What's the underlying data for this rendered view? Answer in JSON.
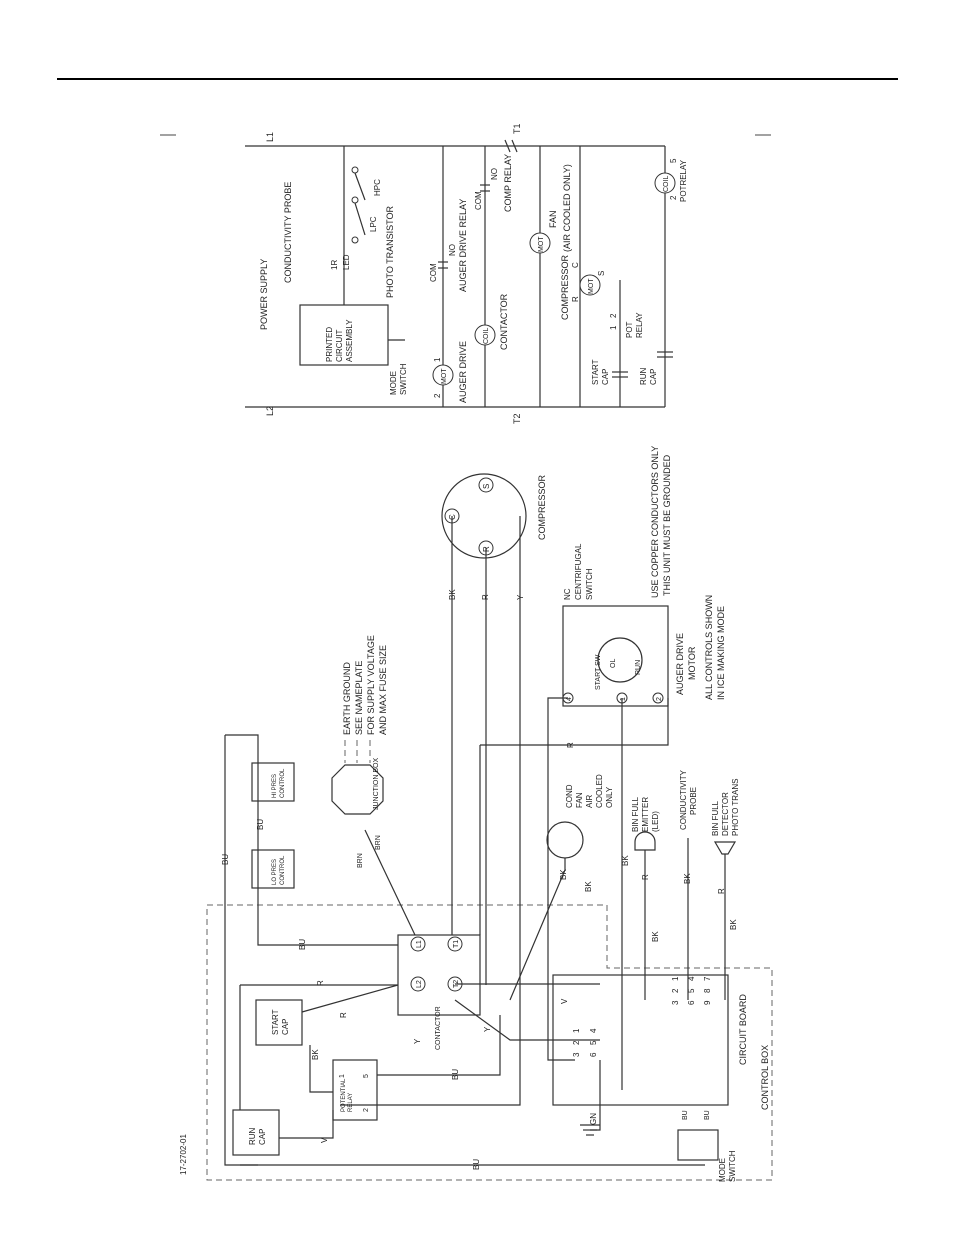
{
  "drawing_number": "17-2702-01",
  "ladder": {
    "L1": "L1",
    "L2": "L2",
    "T1": "T1",
    "T2": "T2",
    "power_supply": "POWER SUPPLY",
    "conductivity_probe": "CONDUCTIVITY PROBE",
    "ir_led": "1R",
    "led": "LED",
    "photo_transistor": "PHOTO TRANSISTOR",
    "pca_1": "PRINTED",
    "pca_2": "CIRCUIT",
    "pca_3": "ASSEMBLY",
    "mode_switch_1": "MODE",
    "mode_switch_2": "SWITCH",
    "lpc": "LPC",
    "hpc": "HPC",
    "com_1": "COM",
    "no_1": "NO",
    "auger_drive_relay": "AUGER DRIVE RELAY",
    "com_2": "COM",
    "no_2": "NO",
    "comp_relay": "COMP RELAY",
    "mot_1": "MOT",
    "auger_drive": "AUGER DRIVE",
    "num_2": "2",
    "num_1": "1",
    "coil_1": "COIL",
    "contactor": "CONTACTOR",
    "mot_2": "MOT",
    "fan": "FAN",
    "air_cooled_only": "(AIR COOLED ONLY)",
    "compressor": "COMPRESSOR",
    "c": "C",
    "r": "R",
    "mot_3": "MOT",
    "s": "S",
    "start_cap_1": "START",
    "start_cap_2": "CAP",
    "run_cap_1": "RUN",
    "run_cap_2": "CAP",
    "pot_relay_1": "POT",
    "pot_relay_2": "RELAY",
    "pr_1": "1",
    "pr_2": "2",
    "coil_2": "COIL",
    "pot_5": "5",
    "pot_2": "2",
    "potrelay": "POTRELAY"
  },
  "schematic": {
    "compressor": "COMPRESSOR",
    "comp_c": "C",
    "comp_r": "R",
    "comp_s": "S",
    "copper_1": "USE COPPER CONDUCTORS ONLY",
    "copper_2": "THIS UNIT MUST BE GROUNDED",
    "nc": "NC",
    "centrifugal": "CENTRIFUGAL",
    "switch": "SWITCH",
    "start_sw": "START SW",
    "ol": "OL",
    "run": "RUN",
    "auger_drive": "AUGER DRIVE",
    "motor": "MOTOR",
    "all_controls_1": "ALL CONTROLS SHOWN",
    "all_controls_2": "IN ICE MAKING MODE",
    "earth_ground": "EARTH GROUND",
    "nameplate_1": "SEE NAMEPLATE",
    "nameplate_2": "FOR SUPPLY VOLTAGE",
    "nameplate_3": "AND MAX FUSE SIZE",
    "junction_box": "JUNCTION BOX",
    "hi_pres_1": "HI PRES",
    "hi_pres_2": "CONTROL",
    "lo_pres_1": "LO PRES",
    "lo_pres_2": "CONTROL",
    "cond": "COND",
    "fan": "FAN",
    "air": "AIR",
    "cooled": "COOLED",
    "only": "ONLY",
    "bin_full_1": "BIN FULL",
    "emitter": "EMITTER",
    "led": "(LED)",
    "conductivity": "CONDUCTIVITY",
    "probe": "PROBE",
    "bin_full_2": "BIN FULL",
    "detector": "DETECTOR",
    "photo_trans": "PHOTO TRANS",
    "circuit_board": "CIRCUIT BOARD",
    "control_box": "CONTROL BOX",
    "mode": "MODE",
    "switch2": "SWITCH",
    "run_cap_1": "RUN",
    "run_cap_2": "CAP",
    "start_cap_1": "START",
    "start_cap_2": "CAP",
    "potential_1": "POTENTIAL",
    "potential_2": "RELAY",
    "contactor": "CONTACTOR",
    "t_L1": "L1",
    "t_T1": "T1",
    "t_L2": "L2",
    "t_T2": "T2",
    "pr_1": "1",
    "pr_5": "5",
    "pr_2": "2",
    "cb_a": [
      "3",
      "2",
      "1"
    ],
    "cb_b": [
      "6",
      "5",
      "4"
    ],
    "cb_c": [
      "3",
      "2",
      "1"
    ],
    "cb_d": [
      "6",
      "5",
      "4"
    ],
    "cb_e": [
      "9",
      "8",
      "7"
    ],
    "motor_4": "4",
    "motor_1": "1",
    "motor_2": "2",
    "w_bu": "BU",
    "w_r": "R",
    "w_bk": "BK",
    "w_y": "Y",
    "w_v": "V",
    "w_gn": "GN",
    "w_brn": "BRN"
  }
}
